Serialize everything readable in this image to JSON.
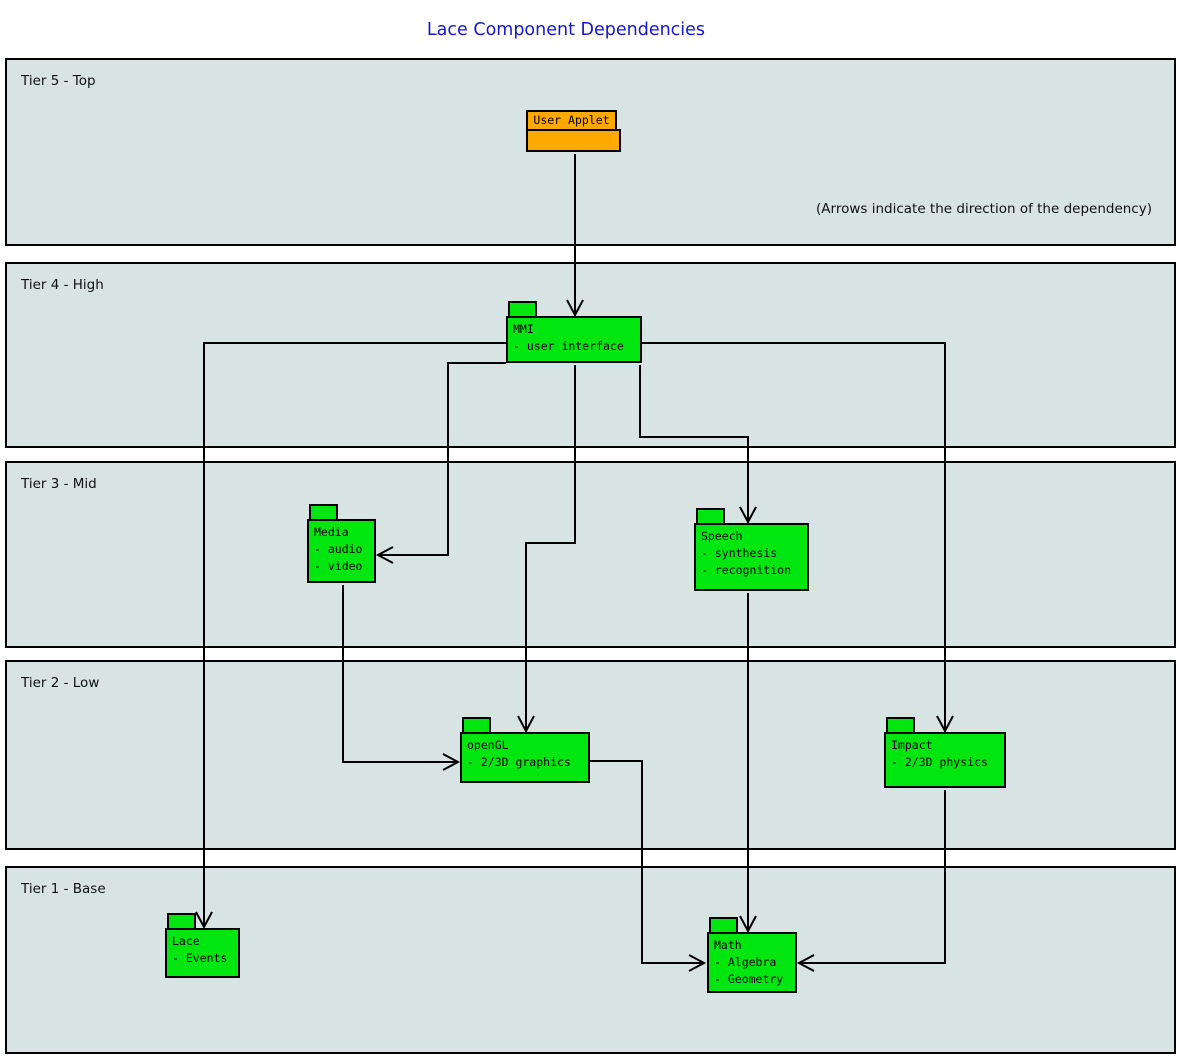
{
  "title": "Lace Component Dependencies",
  "annotation": "(Arrows indicate the direction of the dependency)",
  "colors": {
    "comp_green": "#00e60e",
    "applet_orange": "#ffa800",
    "tier_bg": "#d8e4e3",
    "title_blue": "#1616cd",
    "line_black": "#000000"
  },
  "tiers": [
    {
      "label": "Tier 5 - Top"
    },
    {
      "label": "Tier 4 - High"
    },
    {
      "label": "Tier 3 - Mid"
    },
    {
      "label": "Tier 2 - Low"
    },
    {
      "label": "Tier 1 - Base"
    }
  ],
  "components": {
    "user_applet": {
      "name": "User Applet",
      "lines": []
    },
    "mmi": {
      "name": "MMI",
      "lines": [
        "- user interface"
      ]
    },
    "media": {
      "name": "Media",
      "lines": [
        "- audio",
        "- video"
      ]
    },
    "speech": {
      "name": "Speech",
      "lines": [
        "- synthesis",
        "- recognition"
      ]
    },
    "opengl": {
      "name": "openGL",
      "lines": [
        "- 2/3D graphics"
      ]
    },
    "impact": {
      "name": "Impact",
      "lines": [
        "- 2/3D physics"
      ]
    },
    "lace": {
      "name": "Lace",
      "lines": [
        "- Events"
      ]
    },
    "math": {
      "name": "Math",
      "lines": [
        "- Algebra",
        "- Geometry"
      ]
    }
  },
  "edges": [
    {
      "from": "User Applet",
      "to": "MMI"
    },
    {
      "from": "MMI",
      "to": "Lace"
    },
    {
      "from": "MMI",
      "to": "Media"
    },
    {
      "from": "MMI",
      "to": "Speech"
    },
    {
      "from": "MMI",
      "to": "openGL"
    },
    {
      "from": "MMI",
      "to": "Impact"
    },
    {
      "from": "Media",
      "to": "openGL"
    },
    {
      "from": "Speech",
      "to": "Math"
    },
    {
      "from": "openGL",
      "to": "Math"
    },
    {
      "from": "Impact",
      "to": "Math"
    }
  ]
}
